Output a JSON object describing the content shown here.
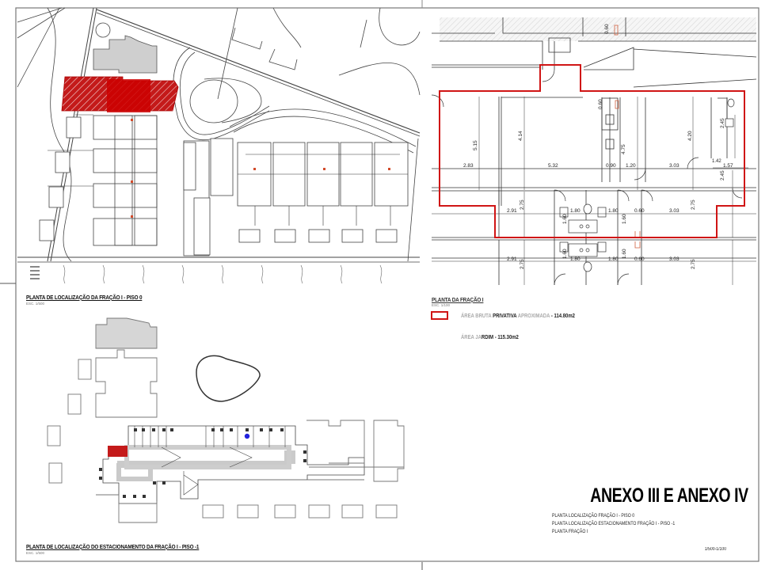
{
  "sheet": {
    "title": "ANEXO III E ANEXO IV",
    "drawing_list": [
      "PLANTA LOCALIZAÇÃO FRAÇÃO I - PISO 0",
      "PLANTA LOCALIZAÇÃO ESTACIONAMENTO FRAÇÃO I - PISO -1",
      "PLANTA FRAÇÃO I"
    ],
    "scale_ratio": "1/500-1/100"
  },
  "panels": {
    "site_plan_floor0": {
      "title": "PLANTA DE LOCALIZAÇÃO DA FRAÇÃO I - PISO 0",
      "scale": "ESC. 1/500",
      "highlight_color": "#cc1111"
    },
    "parking_plan_floor_minus1": {
      "title": "PLANTA DE LOCALIZAÇÃO DO ESTACIONAMENTO DA FRAÇÃO I - PISO -1",
      "scale": "ESC. 1/500",
      "highlight_color": "#cc1111",
      "marker_color": "#2222dd"
    },
    "unit_plan": {
      "title": "PLANTA DA FRAÇÃO I",
      "scale": "ESC. 1/100",
      "outline_color": "#d01515",
      "dimensions": {
        "left_room_width": "2.83",
        "left_room_height": "5.15",
        "living_width": "5.32",
        "living_height": "4.14",
        "kitchen_gap": "0.90",
        "kitchen_width": "1.20",
        "kitchen_height": "4.75",
        "bedroom_width": "3.03",
        "bedroom_height": "4.20",
        "bath_width": "1.57",
        "bath_height_upper": "2.45",
        "bath_depth": "1.42",
        "bath_height_lower": "2.45",
        "duct_top": "0.60",
        "duct_kitchen": "0.60",
        "lower_left_width": "2.91",
        "lower_left_height": "2.75",
        "wc_1": "1.80",
        "wc_2": "1.80",
        "wc_depth_1": "1.60",
        "wc_depth_2": "1.60",
        "shaft": "0.60",
        "lower_right_width": "3.03",
        "lower_right_height": "2.75"
      }
    }
  },
  "legend": {
    "gross_area": {
      "prefix_faint": "ÁREA BRUTA ",
      "bold": "PRIVATIVA ",
      "mid_faint": "APROXIMADA",
      "value": " - 114.80m2",
      "swatch_color": "#d01515"
    },
    "garden_area": {
      "prefix_faint": "ÁREA JA",
      "bold": "RDIM",
      "value": " - 115.30m2"
    }
  }
}
